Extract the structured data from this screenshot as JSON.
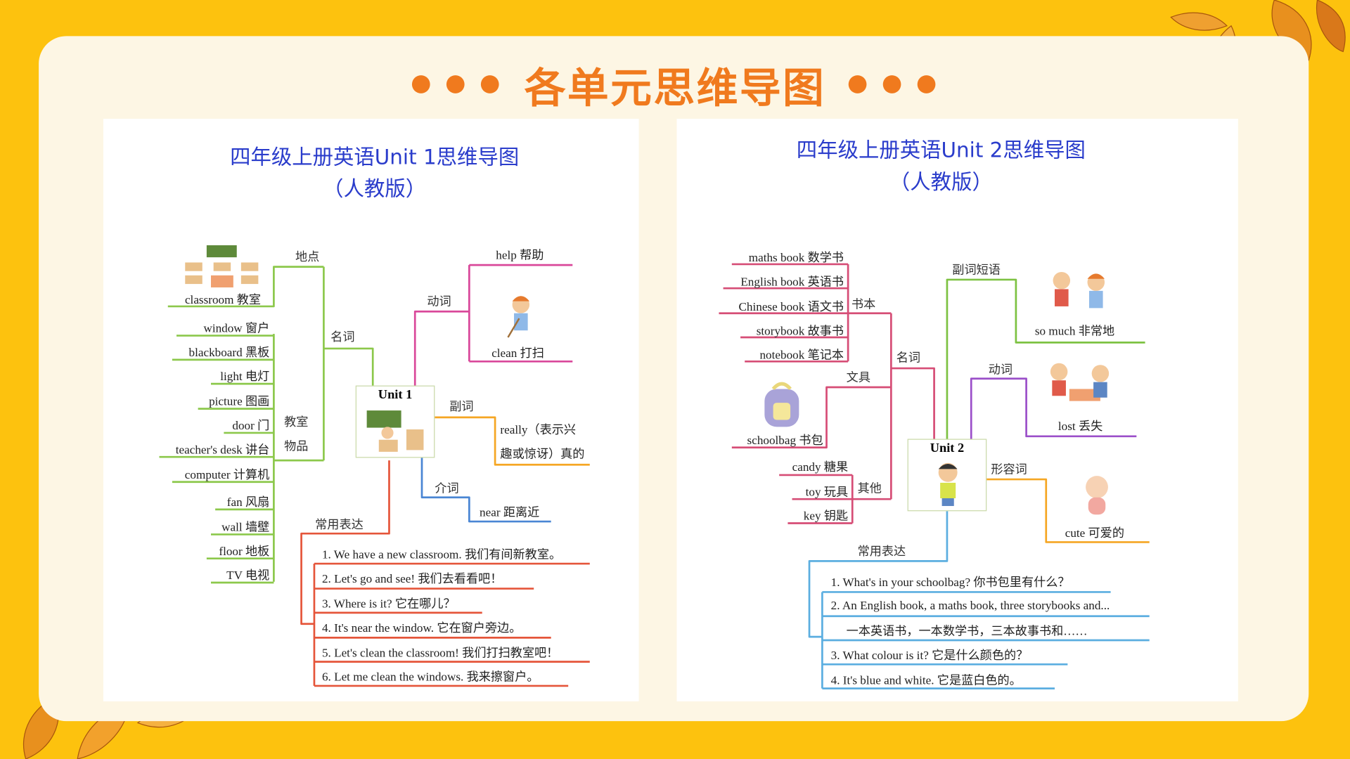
{
  "slide_title": "各单元思维导图",
  "colors": {
    "background": "#FDC20E",
    "card": "#FDF6E4",
    "accent": "#F07A1E",
    "map_title": "#2A3CCB"
  },
  "unit1": {
    "title_line1": "四年级上册英语Unit 1思维导图",
    "title_line2": "（人教版）",
    "center": "Unit 1",
    "branch_noun": "名词",
    "branch_place": "地点",
    "place_item": "classroom 教室",
    "branch_classroom_items_1": "教室",
    "branch_classroom_items_2": "物品",
    "classroom_items": [
      "window 窗户",
      "blackboard 黑板",
      "light 电灯",
      "picture 图画",
      "door 门",
      "teacher's desk 讲台",
      "computer 计算机",
      "fan 风扇",
      "wall 墙壁",
      "floor 地板",
      "TV 电视"
    ],
    "branch_verb": "动词",
    "verbs": [
      "help 帮助",
      "clean 打扫"
    ],
    "branch_adverb": "副词",
    "adverb_line1": "really（表示兴",
    "adverb_line2": "趣或惊讶）真的",
    "branch_prep": "介词",
    "prep": "near 距离近",
    "branch_expr": "常用表达",
    "expressions": [
      "1. We have a new classroom. 我们有间新教室。",
      "2. Let's go and see! 我们去看看吧！",
      "3. Where is it? 它在哪儿？",
      "4. It's near the window. 它在窗户旁边。",
      "5. Let's clean the classroom! 我们打扫教室吧！",
      "6. Let me clean the windows. 我来擦窗户。"
    ]
  },
  "unit2": {
    "title_line1": "四年级上册英语Unit 2思维导图",
    "title_line2": "（人教版）",
    "center": "Unit 2",
    "branch_noun": "名词",
    "branch_books": "书本",
    "books": [
      "maths book 数学书",
      "English book 英语书",
      "Chinese book 语文书",
      "storybook 故事书",
      "notebook 笔记本"
    ],
    "branch_stationery": "文具",
    "stationery": "schoolbag 书包",
    "branch_other": "其他",
    "others": [
      "candy 糖果",
      "toy 玩具",
      "key 钥匙"
    ],
    "branch_adv_phrase": "副词短语",
    "adv_phrase": "so much 非常地",
    "branch_verb": "动词",
    "verb": "lost 丢失",
    "branch_adj": "形容词",
    "adj": "cute 可爱的",
    "branch_expr": "常用表达",
    "expressions": [
      "1. What's in your schoolbag? 你书包里有什么？",
      "2. An English book, a maths book, three storybooks and...",
      "一本英语书，一本数学书，三本故事书和……",
      "3. What colour is it? 它是什么颜色的？",
      "4. It's blue and white. 它是蓝白色的。"
    ]
  }
}
